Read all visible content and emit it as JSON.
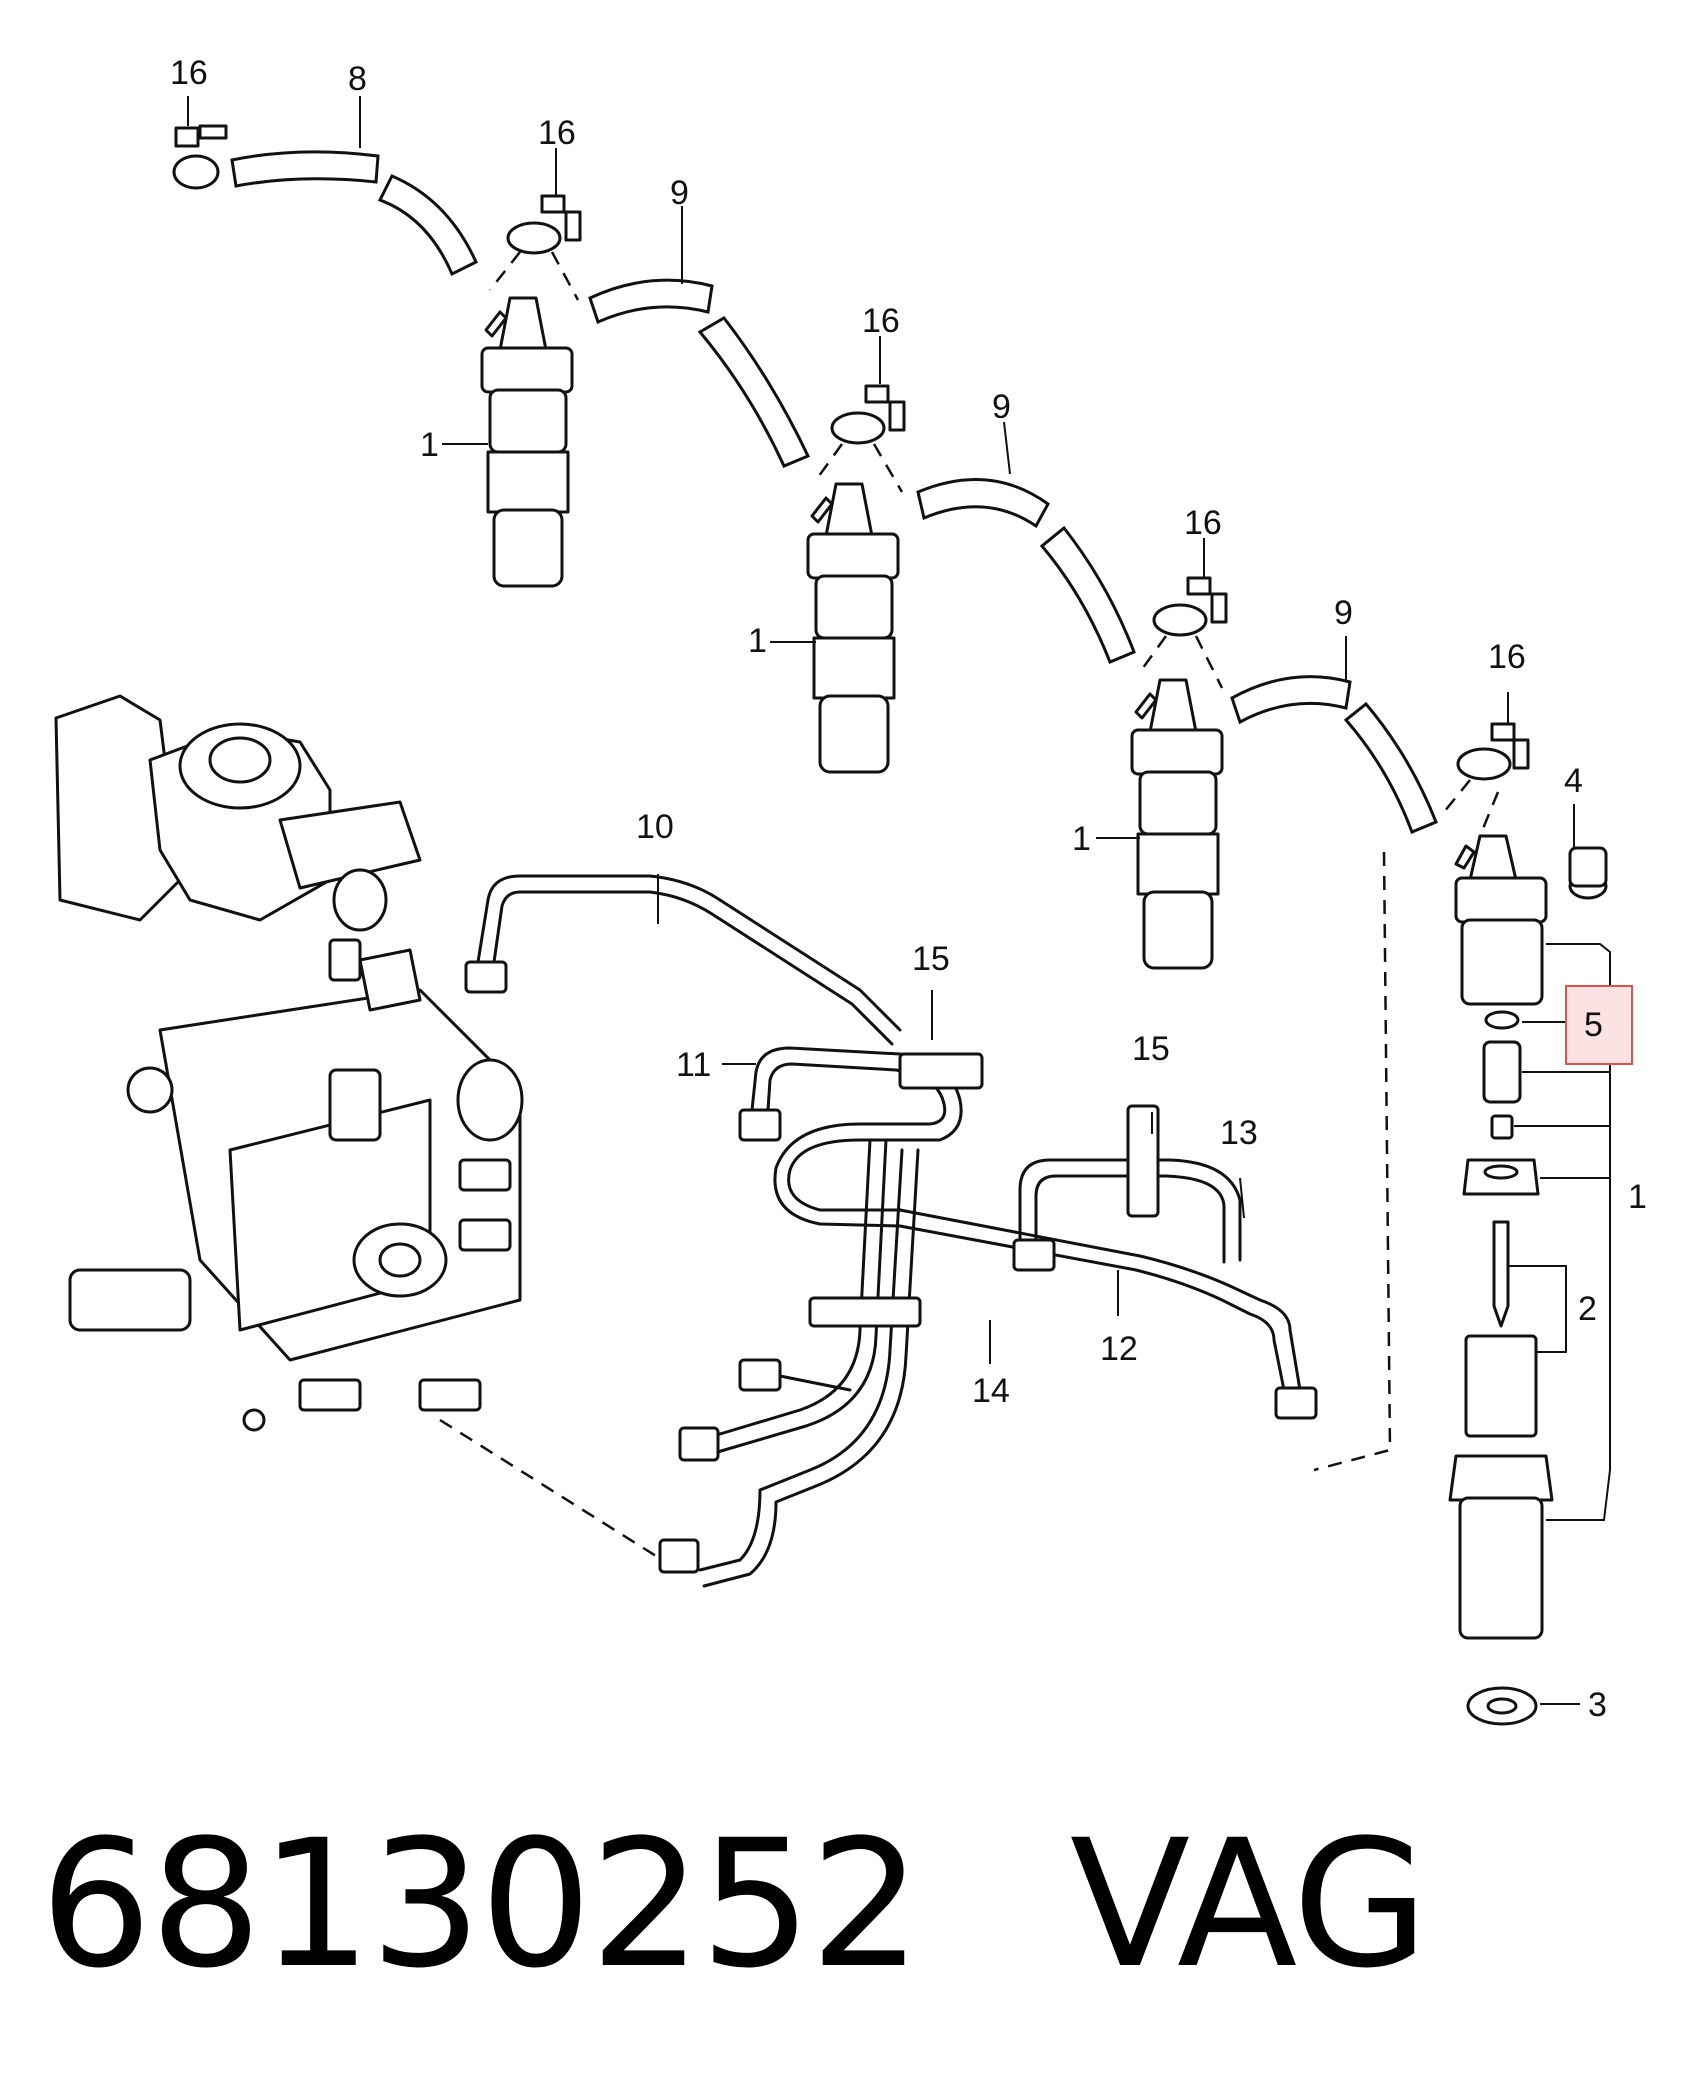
{
  "callouts": {
    "c1a": "1",
    "c1b": "1",
    "c1c": "1",
    "c1d": "1",
    "c2": "2",
    "c3": "3",
    "c4": "4",
    "c5": "5",
    "c8": "8",
    "c9a": "9",
    "c9b": "9",
    "c9c": "9",
    "c10": "10",
    "c11": "11",
    "c12": "12",
    "c13": "13",
    "c14": "14",
    "c15a": "15",
    "c15b": "15",
    "c16a": "16",
    "c16b": "16",
    "c16c": "16",
    "c16d": "16",
    "c16e": "16"
  },
  "footer": {
    "part_number": "68130252",
    "brand": "VAG"
  },
  "colors": {
    "line": "#111111",
    "highlight_border": "#d9534f",
    "highlight_fill": "#fbe3e3"
  }
}
